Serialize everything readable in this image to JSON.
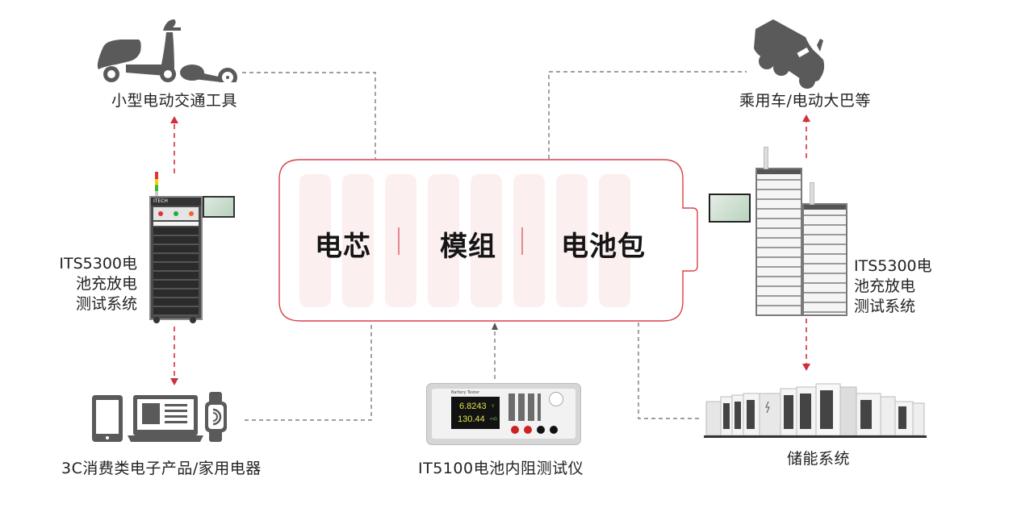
{
  "diagram": {
    "center": {
      "stages": [
        "电芯",
        "模组",
        "电池包"
      ],
      "accent_color": "#d9424c",
      "cell_fill": "#fcefef"
    },
    "applications": {
      "small_ev": "小型电动交通工具",
      "passenger_ev": "乘用车/电动大巴等",
      "consumer_3c": "3C消费类电子产品/家用电器",
      "energy_storage": "储能系统"
    },
    "instruments": {
      "left_system": [
        "ITS5300电",
        "池充放电",
        "测试系统"
      ],
      "right_system": [
        "ITS5300电",
        "池充放电",
        "测试系统"
      ],
      "bottom_tester": "IT5100电池内阻测试仪",
      "tester_screen": {
        "brand_title": "Battery Tester",
        "voltage_reading": "6.8243",
        "voltage_unit": "V",
        "resistance_reading": "130.44",
        "resistance_unit": "mΩ"
      },
      "brand": "ITECH"
    },
    "colors": {
      "arrow_red": "#d0303c",
      "connector_gray": "#666666",
      "icon_gray": "#5a5a5a"
    }
  }
}
